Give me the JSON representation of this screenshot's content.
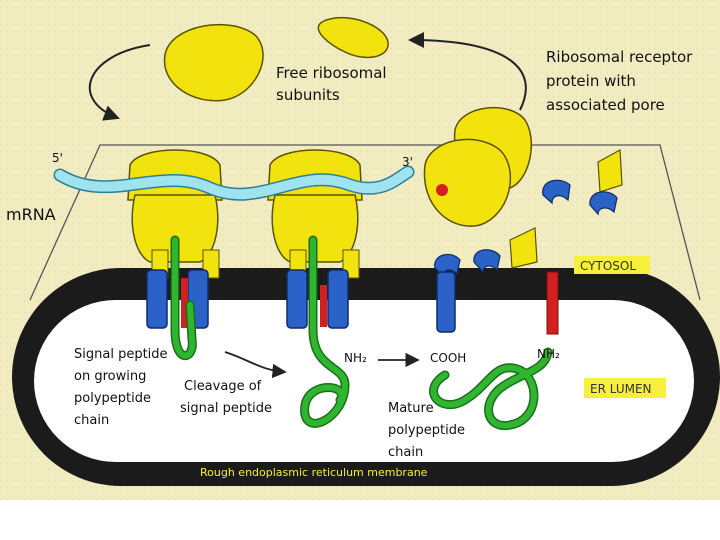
{
  "labels": {
    "free_subunits_line1": "Free ribosomal",
    "free_subunits_line2": "subunits",
    "receptor_line1": "Ribosomal receptor",
    "receptor_line2": "protein with",
    "receptor_line3": "associated pore",
    "five_prime": "5'",
    "three_prime": "3'",
    "mrna": "mRNA",
    "cytosol": "CYTOSOL",
    "er_lumen": "ER LUMEN",
    "signal_line1": "Signal peptide",
    "signal_line2": "on growing",
    "signal_line3": "polypeptide",
    "signal_line4": "chain",
    "cleavage_line1": "Cleavage of",
    "cleavage_line2": "signal peptide",
    "nh2_left": "NH₂",
    "cooh": "COOH",
    "nh2_right": "NH₂",
    "mature_line1": "Mature",
    "mature_line2": "polypeptide",
    "mature_line3": "chain",
    "membrane_caption": "Rough endoplasmic reticulum membrane"
  },
  "colors": {
    "background": "#f2ecc2",
    "ribosome": "#f2e20e",
    "membrane": "#1b1b1b",
    "lumen": "#ffffff",
    "mrna": "#9fe3f0",
    "receptor": "#2a62c8",
    "polypeptide": "#2fb52f",
    "signal_peptide": "#d21f1f",
    "highlight_box": "#f7ef3a"
  }
}
